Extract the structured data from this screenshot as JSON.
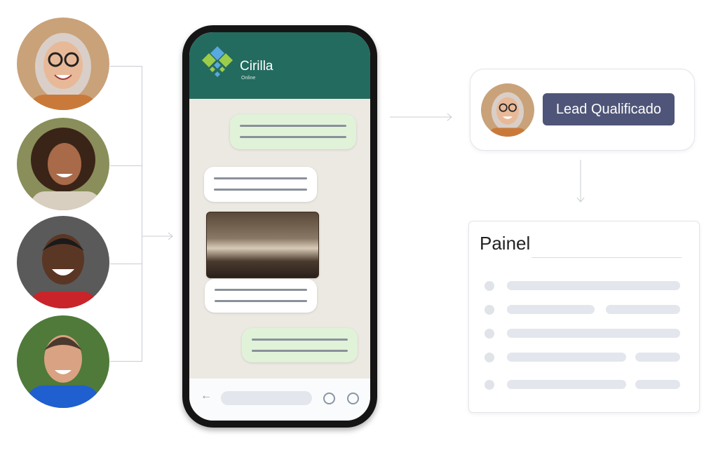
{
  "contacts": [
    {
      "name": "woman-glasses",
      "bg": "#c9a27a",
      "skin": "#e8b998",
      "hair": "#d9cfc8",
      "shirt": "#c97a3a"
    },
    {
      "name": "woman-curly",
      "bg": "#8a8e5a",
      "skin": "#a86a48",
      "hair": "#3a2418",
      "shirt": "#d8cfc0"
    },
    {
      "name": "man-smiling",
      "bg": "#5a5a5a",
      "skin": "#5a3624",
      "hair": "#1a1a1a",
      "shirt": "#c8242a"
    },
    {
      "name": "man-outdoor",
      "bg": "#4f7a3a",
      "skin": "#d9a282",
      "hair": "#4a3a2e",
      "shirt": "#1f5fd0"
    }
  ],
  "phone": {
    "brand": "Cirilla",
    "status": "Online",
    "header_color": "#236b5f"
  },
  "lead": {
    "label": "Lead Qualificado",
    "color": "#4f5578"
  },
  "panel": {
    "title": "Painel",
    "rows": 5
  }
}
